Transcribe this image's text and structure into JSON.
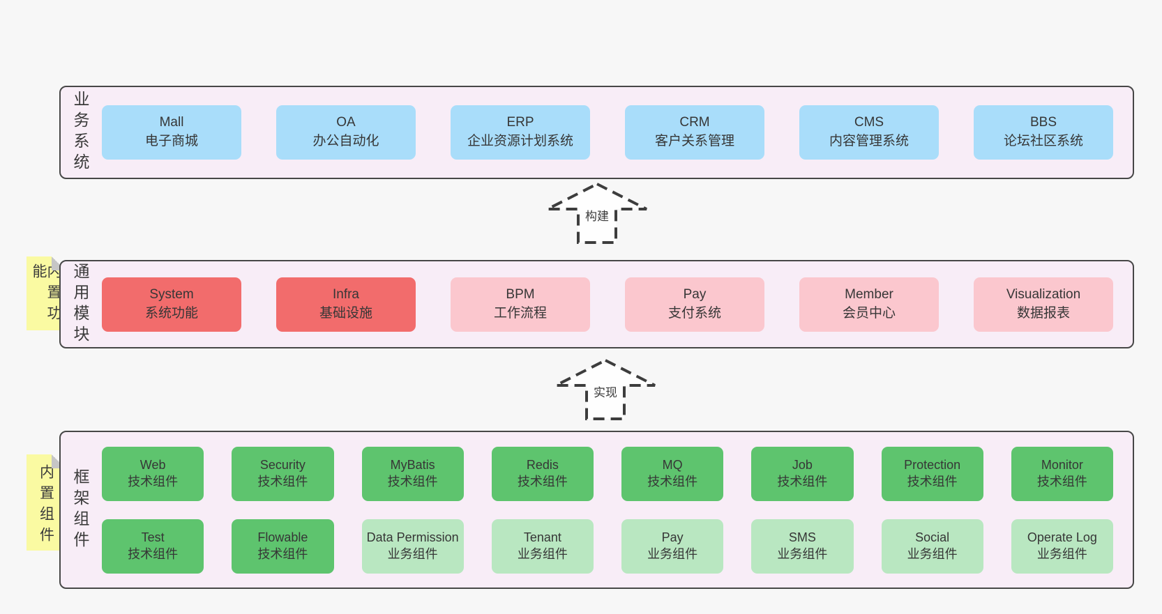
{
  "colors": {
    "page_bg": "#f7f7f7",
    "band_bg": "#f8edf7",
    "band_border": "#474747",
    "blue": "#a9ddfa",
    "red": "#f26c6c",
    "pink": "#fbc7ce",
    "green": "#5ec46e",
    "light_green": "#b9e7c1",
    "note_bg": "#fafaa2",
    "note_fold": "#c6c6c6",
    "text": "#363636"
  },
  "bands": [
    {
      "label": "业务系统",
      "rows": [
        [
          {
            "en": "Mall",
            "zh": "电子商城",
            "type": "blue"
          },
          {
            "en": "OA",
            "zh": "办公自动化",
            "type": "blue"
          },
          {
            "en": "ERP",
            "zh": "企业资源计划系统",
            "type": "blue"
          },
          {
            "en": "CRM",
            "zh": "客户关系管理",
            "type": "blue"
          },
          {
            "en": "CMS",
            "zh": "内容管理系统",
            "type": "blue"
          },
          {
            "en": "BBS",
            "zh": "论坛社区系统",
            "type": "blue"
          }
        ]
      ]
    },
    {
      "label": "通用模块",
      "note": "内置功能",
      "rows": [
        [
          {
            "en": "System",
            "zh": "系统功能",
            "type": "red"
          },
          {
            "en": "Infra",
            "zh": "基础设施",
            "type": "red"
          },
          {
            "en": "BPM",
            "zh": "工作流程",
            "type": "pink"
          },
          {
            "en": "Pay",
            "zh": "支付系统",
            "type": "pink"
          },
          {
            "en": "Member",
            "zh": "会员中心",
            "type": "pink"
          },
          {
            "en": "Visualization",
            "zh": "数据报表",
            "type": "pink"
          }
        ]
      ]
    },
    {
      "label": "框架组件",
      "note": "内置组件",
      "rows": [
        [
          {
            "en": "Web",
            "zh": "技术组件",
            "type": "green"
          },
          {
            "en": "Security",
            "zh": "技术组件",
            "type": "green"
          },
          {
            "en": "MyBatis",
            "zh": "技术组件",
            "type": "green"
          },
          {
            "en": "Redis",
            "zh": "技术组件",
            "type": "green"
          },
          {
            "en": "MQ",
            "zh": "技术组件",
            "type": "green"
          },
          {
            "en": "Job",
            "zh": "技术组件",
            "type": "green"
          },
          {
            "en": "Protection",
            "zh": "技术组件",
            "type": "green"
          },
          {
            "en": "Monitor",
            "zh": "技术组件",
            "type": "green"
          }
        ],
        [
          {
            "en": "Test",
            "zh": "技术组件",
            "type": "green"
          },
          {
            "en": "Flowable",
            "zh": "技术组件",
            "type": "green"
          },
          {
            "en": "Data Permission",
            "zh": "业务组件",
            "type": "light_green"
          },
          {
            "en": "Tenant",
            "zh": "业务组件",
            "type": "light_green"
          },
          {
            "en": "Pay",
            "zh": "业务组件",
            "type": "light_green"
          },
          {
            "en": "SMS",
            "zh": "业务组件",
            "type": "light_green"
          },
          {
            "en": "Social",
            "zh": "业务组件",
            "type": "light_green"
          },
          {
            "en": "Operate Log",
            "zh": "业务组件",
            "type": "light_green"
          }
        ]
      ]
    }
  ],
  "arrows": [
    {
      "label": "构建"
    },
    {
      "label": "实现"
    }
  ]
}
